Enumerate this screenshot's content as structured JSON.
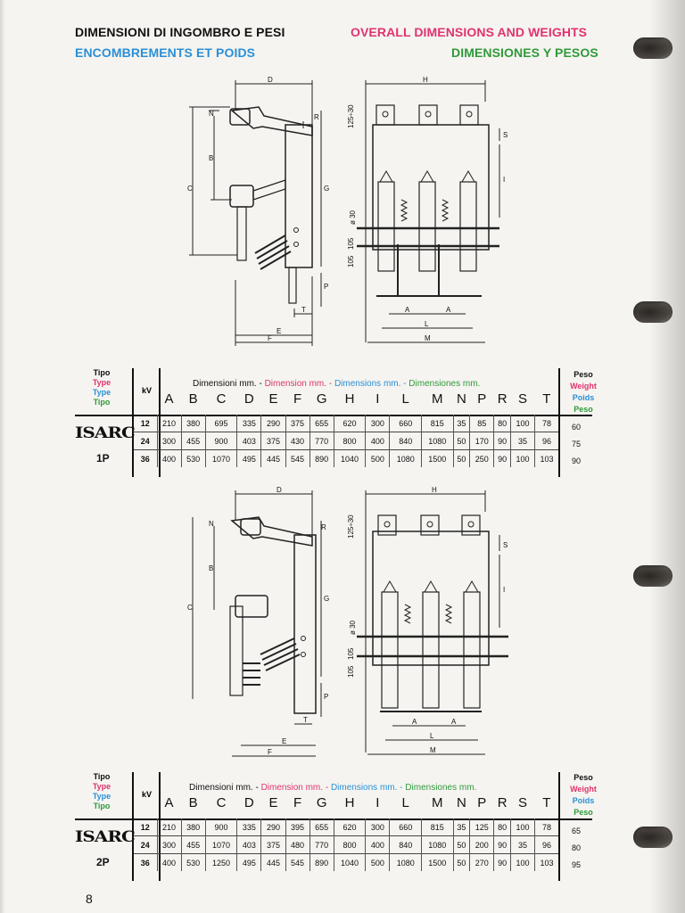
{
  "titles": {
    "it": "DIMENSIONI DI INGOMBRO E PESI",
    "fr": "ENCOMBREMENTS ET POIDS",
    "en": "OVERALL DIMENSIONS AND WEIGHTS",
    "es": "DIMENSIONES Y PESOS"
  },
  "drawing_labels": {
    "D": "D",
    "H": "H",
    "B": "B",
    "C": "C",
    "G": "G",
    "R": "R",
    "N": "N",
    "S": "S",
    "I": "I",
    "P": "P",
    "T": "T",
    "E": "E",
    "F": "F",
    "A": "A",
    "L": "L",
    "M": "M",
    "d125": "125÷30",
    "phi30": "ø 30",
    "d105a": "105",
    "d105b": "105"
  },
  "table_labels": {
    "tipo_it": "Tipo",
    "tipo_en": "Type",
    "tipo_fr": "Type",
    "tipo_es": "Tipo",
    "kv": "kV",
    "dim_it": "Dimensioni mm. -",
    "dim_en": "Dimension mm. -",
    "dim_fr": "Dimensions mm. -",
    "dim_es": "Dimensiones mm.",
    "peso_it": "Peso",
    "peso_en": "Weight",
    "peso_fr": "Poids",
    "peso_es": "Peso"
  },
  "columns": [
    "A",
    "B",
    "C",
    "D",
    "E",
    "F",
    "G",
    "H",
    "I",
    "L",
    "M",
    "N",
    "P",
    "R",
    "S",
    "T"
  ],
  "table1": {
    "logo": "ISARC",
    "variant": "1P",
    "rows": [
      {
        "kv": "12",
        "vals": [
          "210",
          "380",
          "695",
          "335",
          "290",
          "375",
          "655",
          "620",
          "300",
          "660",
          "815",
          "35",
          "85",
          "80",
          "100",
          "78"
        ],
        "peso": "60"
      },
      {
        "kv": "24",
        "vals": [
          "300",
          "455",
          "900",
          "403",
          "375",
          "430",
          "770",
          "800",
          "400",
          "840",
          "1080",
          "50",
          "170",
          "90",
          "35",
          "96"
        ],
        "peso": "75"
      },
      {
        "kv": "36",
        "vals": [
          "400",
          "530",
          "1070",
          "495",
          "445",
          "545",
          "890",
          "1040",
          "500",
          "1080",
          "1500",
          "50",
          "250",
          "90",
          "100",
          "103"
        ],
        "peso": "90"
      }
    ]
  },
  "table2": {
    "logo": "ISARC",
    "variant": "2P",
    "rows": [
      {
        "kv": "12",
        "vals": [
          "210",
          "380",
          "900",
          "335",
          "290",
          "395",
          "655",
          "620",
          "300",
          "660",
          "815",
          "35",
          "125",
          "80",
          "100",
          "78"
        ],
        "peso": "65"
      },
      {
        "kv": "24",
        "vals": [
          "300",
          "455",
          "1070",
          "403",
          "375",
          "480",
          "770",
          "800",
          "400",
          "840",
          "1080",
          "50",
          "200",
          "90",
          "35",
          "96"
        ],
        "peso": "80"
      },
      {
        "kv": "36",
        "vals": [
          "400",
          "530",
          "1250",
          "495",
          "445",
          "545",
          "890",
          "1040",
          "500",
          "1080",
          "1500",
          "50",
          "270",
          "90",
          "100",
          "103"
        ],
        "peso": "95"
      }
    ]
  },
  "page_number": "8"
}
